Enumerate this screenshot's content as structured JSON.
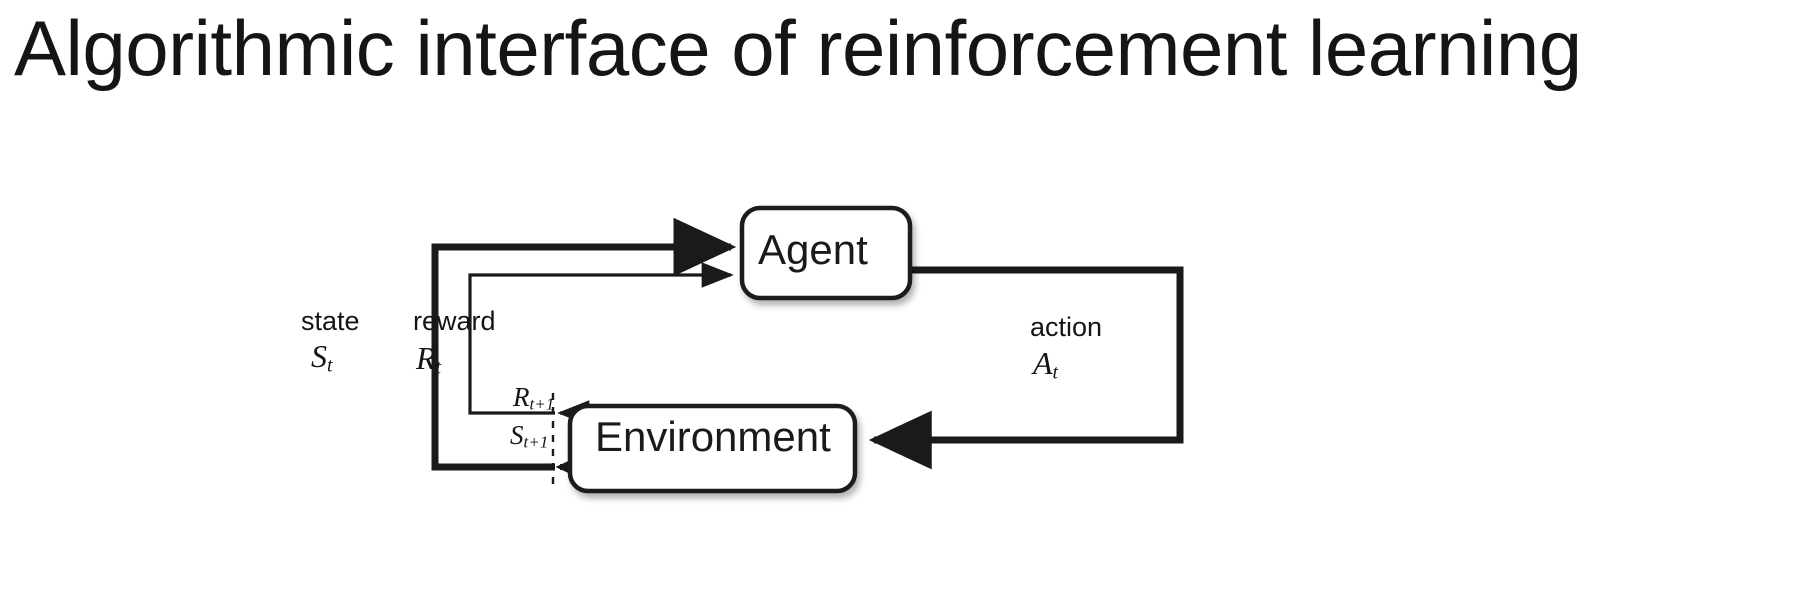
{
  "slide": {
    "title": "Algorithmic interface of reinforcement learning",
    "background_color": "#ffffff",
    "text_color": "#151515"
  },
  "diagram": {
    "name": "agent-environment-interaction-loop",
    "nodes": [
      {
        "id": "agent",
        "label": "Agent",
        "shape": "rounded-rect"
      },
      {
        "id": "environment",
        "label": "Environment",
        "shape": "rounded-rect"
      }
    ],
    "labels": {
      "state": "state",
      "state_symbol": "S",
      "state_subscript": "t",
      "reward": "reward",
      "reward_symbol": "R",
      "reward_subscript": "t",
      "action": "action",
      "action_symbol": "A",
      "action_subscript": "t",
      "reward_next_symbol": "R",
      "reward_next_subscript": "t+1",
      "state_next_symbol": "S",
      "state_next_subscript": "t+1"
    },
    "edges": [
      {
        "from": "environment",
        "to": "agent",
        "label": "state S_t",
        "style": "thick-solid"
      },
      {
        "from": "environment",
        "to": "agent",
        "label": "reward R_t",
        "style": "thin-solid"
      },
      {
        "from": "agent",
        "to": "environment",
        "label": "action A_t",
        "style": "thick-solid"
      },
      {
        "from": "environment",
        "to": "time-boundary",
        "label": "R_t+1",
        "style": "thin-solid"
      },
      {
        "from": "environment",
        "to": "time-boundary",
        "label": "S_t+1",
        "style": "thick-solid"
      }
    ],
    "time_boundary": {
      "style": "dashed-vertical"
    },
    "stroke_color": "#1a1a1a"
  }
}
